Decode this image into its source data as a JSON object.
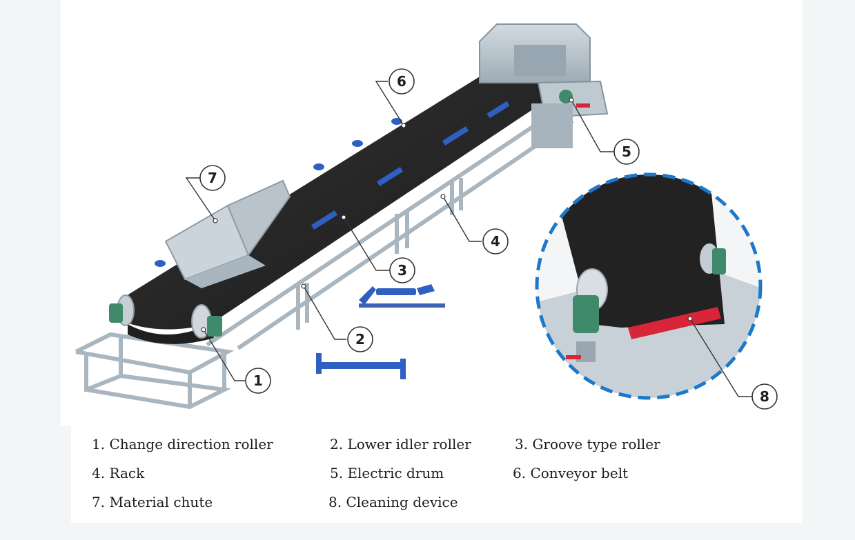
{
  "callouts": [
    {
      "id": "1",
      "label": "1"
    },
    {
      "id": "2",
      "label": "2"
    },
    {
      "id": "3",
      "label": "3"
    },
    {
      "id": "4",
      "label": "4"
    },
    {
      "id": "5",
      "label": "5"
    },
    {
      "id": "6",
      "label": "6"
    },
    {
      "id": "7",
      "label": "7"
    },
    {
      "id": "8",
      "label": "8"
    }
  ],
  "legend": [
    "1. Change direction roller",
    "2. Lower idler roller",
    "3. Groove type roller",
    "4. Rack",
    "5. Electric drum",
    "6. Conveyor belt",
    "7. Material chute",
    "8. Cleaning device"
  ],
  "colors": {
    "belt": "#262626",
    "frame": "#b9c4cc",
    "roller_blue": "#2f5fc0",
    "cleaner_red": "#d8253a",
    "zoom_ring": "#1c78c8"
  }
}
